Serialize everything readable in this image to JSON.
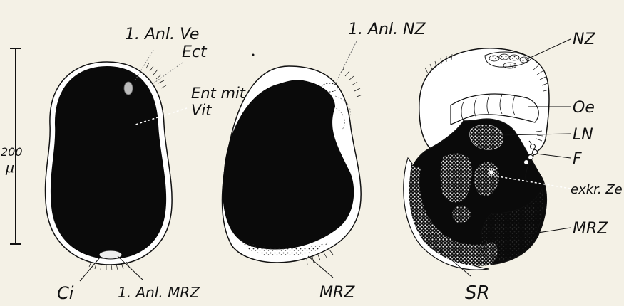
{
  "figure": {
    "scale_bar": {
      "value": "200",
      "unit": "μ"
    },
    "labels": {
      "anl_ve": "1. Anl. Ve",
      "anl_nz": "1. Anl. NZ",
      "ect": "Ect",
      "ent_line1": "Ent mit",
      "ent_line2": "Vit",
      "ci": "Ci",
      "anl_mrz": "1. Anl. MRZ",
      "mrz_middle": "MRZ",
      "nz": "NZ",
      "oe": "Oe",
      "ln": "LN",
      "f": "F",
      "exkr_ze": "exkr. Ze",
      "mrz_right": "MRZ",
      "sr": "SR"
    }
  },
  "colors": {
    "background": "#f4f1e6",
    "ink": "#111111"
  }
}
